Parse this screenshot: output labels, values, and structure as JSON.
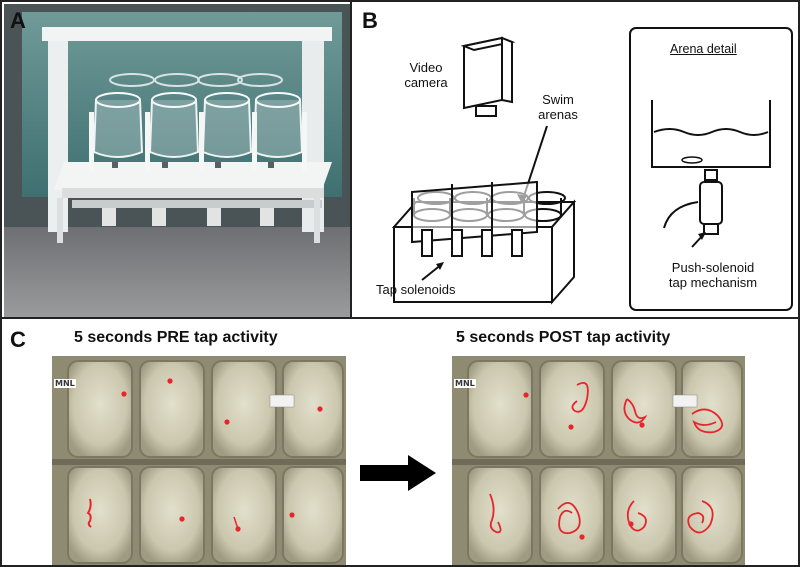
{
  "panel_a": {
    "letter": "A"
  },
  "panel_b": {
    "letter": "B",
    "labels": {
      "video_camera": "Video\ncamera",
      "swim_arenas": "Swim\narenas",
      "tap_solenoids": "Tap solenoids",
      "arena_detail": "Arena detail",
      "push_solenoid": "Push-solenoid\ntap mechanism"
    }
  },
  "panel_c": {
    "letter": "C",
    "pre_title": "5 seconds PRE tap activity",
    "post_title": "5 seconds POST tap activity",
    "well_tag": "MNL"
  },
  "colors": {
    "border": "#222222",
    "track": "#e8242c",
    "well_bg": "#b7b39a",
    "arrow": "#000000"
  }
}
